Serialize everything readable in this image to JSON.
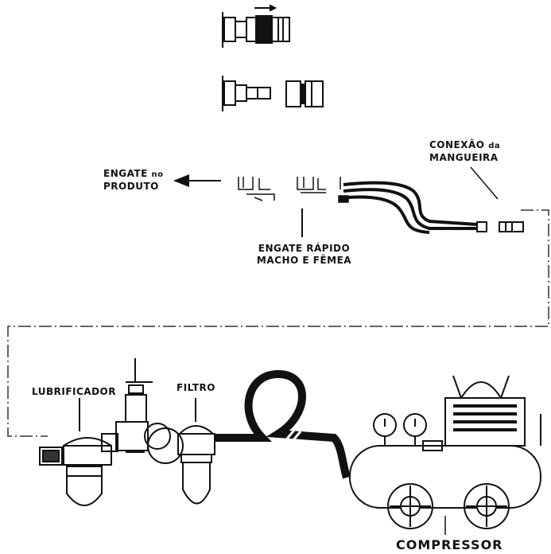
{
  "labels": {
    "engate_produto_line1": "ENGATE",
    "engate_produto_no": "no",
    "engate_produto_line2": "PRODUTO",
    "engate_rapido_line1": "ENGATE RÁPIDO",
    "engate_rapido_line2": "MACHO E FÊMEA",
    "conexao_line1_a": "CONEXÃO",
    "conexao_line1_b": "da",
    "conexao_line2": "MANGUEIRA",
    "lubrificador": "LUBRIFICADOR",
    "filtro": "FILTRO",
    "compressor": "COMPRESSOR"
  },
  "colors": {
    "ink": "#111111",
    "background": "#ffffff"
  }
}
